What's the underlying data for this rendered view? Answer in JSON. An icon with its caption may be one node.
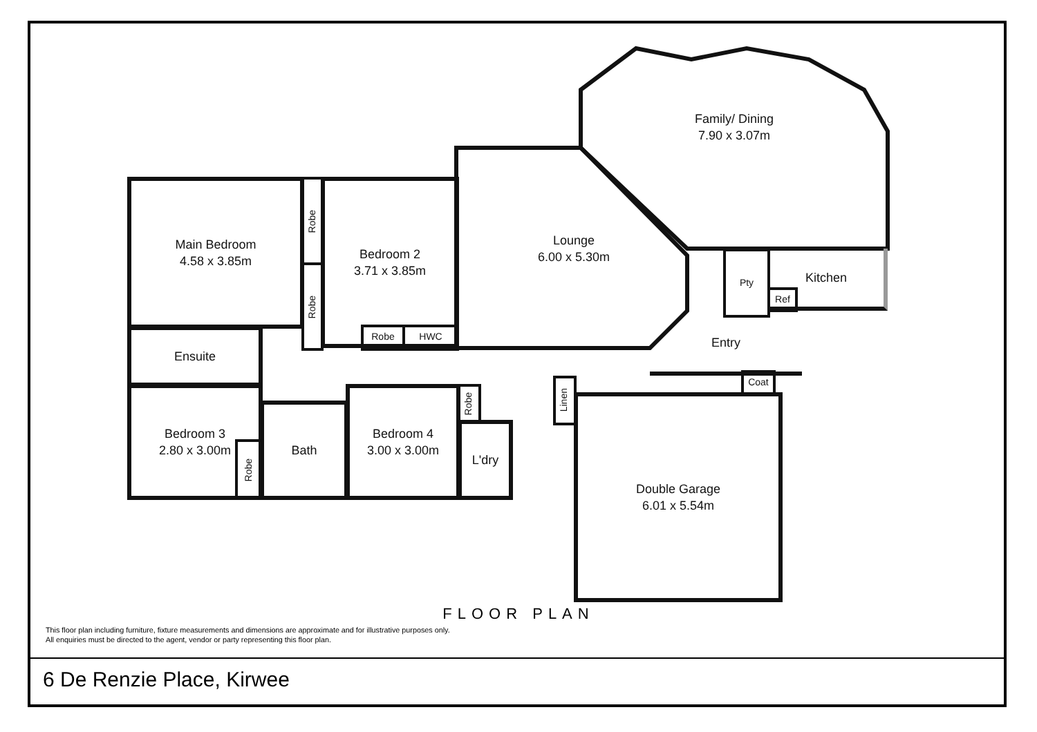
{
  "diagram": {
    "title": "FLOOR PLAN",
    "caption": "6 De Renzie Place, Kirwee",
    "nodes": [
      {
        "text": [
          "Family/ Dining",
          "7.90 x 3.07m"
        ]
      },
      {
        "text": [
          "Main Bedroom",
          "4.58 x 3.85m"
        ]
      },
      {
        "text": [
          "Robe"
        ]
      },
      {
        "text": [
          "Bedroom 2",
          "3.71 x 3.85m"
        ]
      },
      {
        "text": [
          "Lounge",
          "6.00 x 5.30m"
        ]
      },
      {
        "text": [
          "Robe"
        ]
      },
      {
        "text": [
          "Kitchen"
        ]
      },
      {
        "text": [
          "Pty"
        ]
      },
      {
        "text": [
          "Ref"
        ],
        "in": 6
      },
      {
        "text": [
          "Robe"
        ]
      },
      {
        "text": [
          "HWC"
        ]
      },
      {
        "text": [
          "Ensuite"
        ]
      },
      {
        "text": [
          "Entry"
        ]
      },
      {
        "text": [
          "Coat"
        ]
      },
      {
        "text": [
          "Robe"
        ]
      },
      {
        "text": [
          "Linen"
        ]
      },
      {
        "text": [
          "Bedroom 3",
          "2.80 x 3.00m"
        ]
      },
      {
        "text": [
          "Bath"
        ]
      },
      {
        "text": [
          "Bedroom 4",
          "3.00 x 3.00m"
        ]
      },
      {
        "text": [
          "Robe"
        ],
        "in": 16
      },
      {
        "text": [
          "L'dry"
        ]
      },
      {
        "text": [
          "Double Garage",
          "6.01 x 5.54m"
        ]
      }
    ],
    "labels": [
      "This floor plan including furniture, fixture measurements and dimensions are approximate and for illustrative purposes only.",
      "All enquiries must be directed to the agent, vendor or party representing this floor plan."
    ]
  }
}
